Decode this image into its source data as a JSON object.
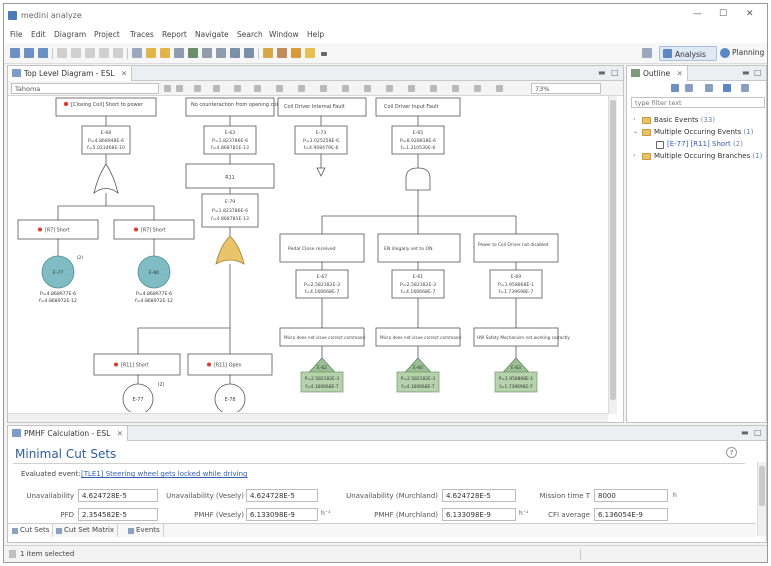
{
  "window": {
    "title": "medini analyze",
    "controls": [
      "—",
      "☐",
      "✕"
    ]
  },
  "menu": [
    "File",
    "Edit",
    "Diagram",
    "Project",
    "Traces",
    "Report",
    "Navigate",
    "Search",
    "Window",
    "Help"
  ],
  "perspectives": [
    {
      "label": "Analysis",
      "icon": "analysis-icon",
      "active": true
    },
    {
      "label": "Planning",
      "icon": "planning-icon",
      "active": false
    }
  ],
  "diagram_view": {
    "tab_label": "Top Level Diagram - ESL",
    "font": "Tahoma",
    "zoom": "73%",
    "top_events": [
      {
        "text": "[Closing Coil] Short to power"
      },
      {
        "text": "No counteraction from opening coil"
      },
      {
        "text": "Coil Driver Internal Fault"
      },
      {
        "text": "Coil Driver Input Fault"
      }
    ],
    "probabilities": [
      {
        "id": "E-68",
        "p": "P=4.868948E-6",
        "f": "f=5.023468E-10"
      },
      {
        "id": "E-63",
        "p": "P=1.823786E-6",
        "f": "f=4.868781E-13"
      },
      {
        "id": "E-73",
        "p": "P=3.025258E-6",
        "f": "f=4.908479E-6"
      },
      {
        "id": "E-65",
        "p": "P=8.928818E-6",
        "f": "f=1.310530E-6"
      }
    ],
    "gate_r11": "R11",
    "mid_box": {
      "id": "E-79",
      "p": "P=1.823786E-6",
      "f": "f=4.868781E-13"
    },
    "shorts": [
      {
        "label": "[R7] Short"
      },
      {
        "label": "[R7] Short"
      }
    ],
    "circles": [
      {
        "id": "E-77",
        "count": "(2)",
        "p": "P=4.868977E-6",
        "f": "f=4.868972E-12"
      },
      {
        "id": "E-80",
        "count": "",
        "p": "P=4.868977E-6",
        "f": "f=4.868972E-12"
      }
    ],
    "conditions": [
      {
        "text": "Pedal Close received"
      },
      {
        "text": "EN illegally set to ON"
      },
      {
        "text": "Power to Coil Driver not disabled"
      }
    ],
    "cond_probs": [
      {
        "id": "E-67",
        "p": "P=2.582182E-3",
        "f": "f=4.166668E-7"
      },
      {
        "id": "E-61",
        "p": "P=2.582182E-3",
        "f": "f=4.166668E-7"
      },
      {
        "id": "E-69",
        "p": "P=1.958868E-1",
        "f": "f=1.739698E-7"
      }
    ],
    "lower_texts": [
      {
        "text": "Micro does not issue correct command"
      },
      {
        "text": "Micro does not issue correct command"
      },
      {
        "text": "HW Safety Mechanism not working correctly"
      }
    ],
    "transfers": [
      {
        "id": "E-62",
        "p": "P=2.582182E-3",
        "f": "f=4.166668E-7"
      },
      {
        "id": "E-60",
        "p": "P=2.582182E-3",
        "f": "f=4.166668E-7"
      },
      {
        "id": "E-63",
        "p": "P=1.958868E-1",
        "f": "f=1.739698E-7"
      }
    ],
    "bottom_events": [
      {
        "label": "[R11] Short",
        "id": "E-77",
        "count": "(2)"
      },
      {
        "label": "[R11] Open",
        "id": "E-78",
        "count": ""
      }
    ]
  },
  "outline_view": {
    "tab_label": "Outline",
    "filter_placeholder": "type filter text",
    "items": [
      {
        "label": "Basic Events",
        "count": "(33)",
        "expanded": false
      },
      {
        "label": "Multiple Occuring Events",
        "count": "(1)",
        "expanded": true
      },
      {
        "label": "[E-77] [R11] Short",
        "count": "(2)",
        "child": true
      },
      {
        "label": "Multiple Occuring Branches",
        "count": "(1)",
        "expanded": false
      }
    ]
  },
  "pmhf_view": {
    "tab_label": "PMHF Calculation - ESL",
    "title": "Minimal Cut Sets",
    "evaluated_label": "Evaluated event:",
    "evaluated_event": "[TLE1] Steering wheel gets locked while driving",
    "fields": {
      "unavailability": {
        "label": "Unavailability",
        "value": "4.624728E-5"
      },
      "unavailability_vesely": {
        "label": "Unavailability (Vesely)",
        "value": "4.624728E-5"
      },
      "unavailability_murchland": {
        "label": "Unavailability (Murchland)",
        "value": "4.624728E-5"
      },
      "mission_time": {
        "label": "Mission time T",
        "value": "8000",
        "unit": "h"
      },
      "pfd": {
        "label": "PFD",
        "value": "2.354582E-5"
      },
      "pmhf_vesely": {
        "label": "PMHF (Vesely)",
        "value": "6.133098E-9",
        "unit": "h⁻¹"
      },
      "pmhf_murchland": {
        "label": "PMHF (Murchland)",
        "value": "6.133098E-9",
        "unit": "h⁻¹"
      },
      "cfi_average": {
        "label": "CFI average",
        "value": "6.136054E-9"
      }
    },
    "sub_tabs": [
      "Cut Sets",
      "Cut Set Matrix",
      "Events"
    ]
  },
  "status": {
    "text": "1 item selected"
  },
  "colors": {
    "accent": "#2f5f9e",
    "link": "#3361b0",
    "circle_fill": "#7fbcc4",
    "gate_or_fill": "#e9c46a",
    "transfer_fill": "#9dbf94",
    "red_dot": "#e0392b"
  }
}
